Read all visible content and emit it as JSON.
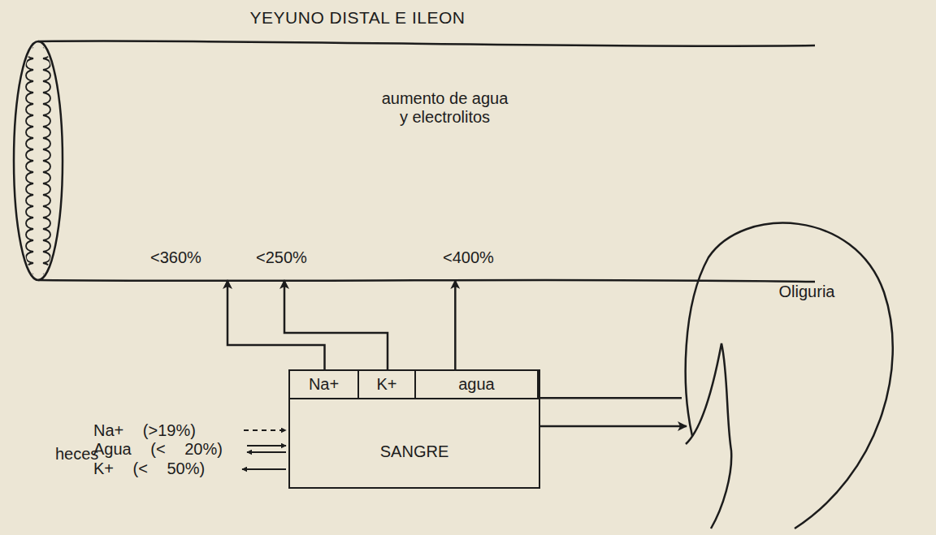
{
  "diagram": {
    "title": "YEYUNO DISTAL E ILEON",
    "nodes": [
      {
        "text": [
          "aumento de agua y electrolitos"
        ]
      },
      {
        "text": [
          "SANGRE"
        ]
      },
      {
        "text": [
          "Na+"
        ],
        "in": 1
      },
      {
        "text": [
          "K+"
        ],
        "in": 1
      },
      {
        "text": [
          "agua"
        ],
        "in": 1
      },
      {
        "text": [
          "Oliguria"
        ]
      }
    ],
    "edges": [
      {
        "from": 2,
        "to": 0,
        "arrow": "to"
      },
      {
        "from": 3,
        "to": 0,
        "arrow": "to"
      },
      {
        "from": 4,
        "to": 0,
        "arrow": "to"
      },
      {
        "from": 1,
        "to": 5,
        "arrow": "none"
      },
      {
        "from": 1,
        "to": 5,
        "arrow": "to"
      }
    ],
    "labels": [
      "<360%",
      "<250%",
      "<400%",
      "heces",
      "Na+ (>19%)",
      "Agua (< 20%)",
      "K+ (< 50%)"
    ]
  }
}
